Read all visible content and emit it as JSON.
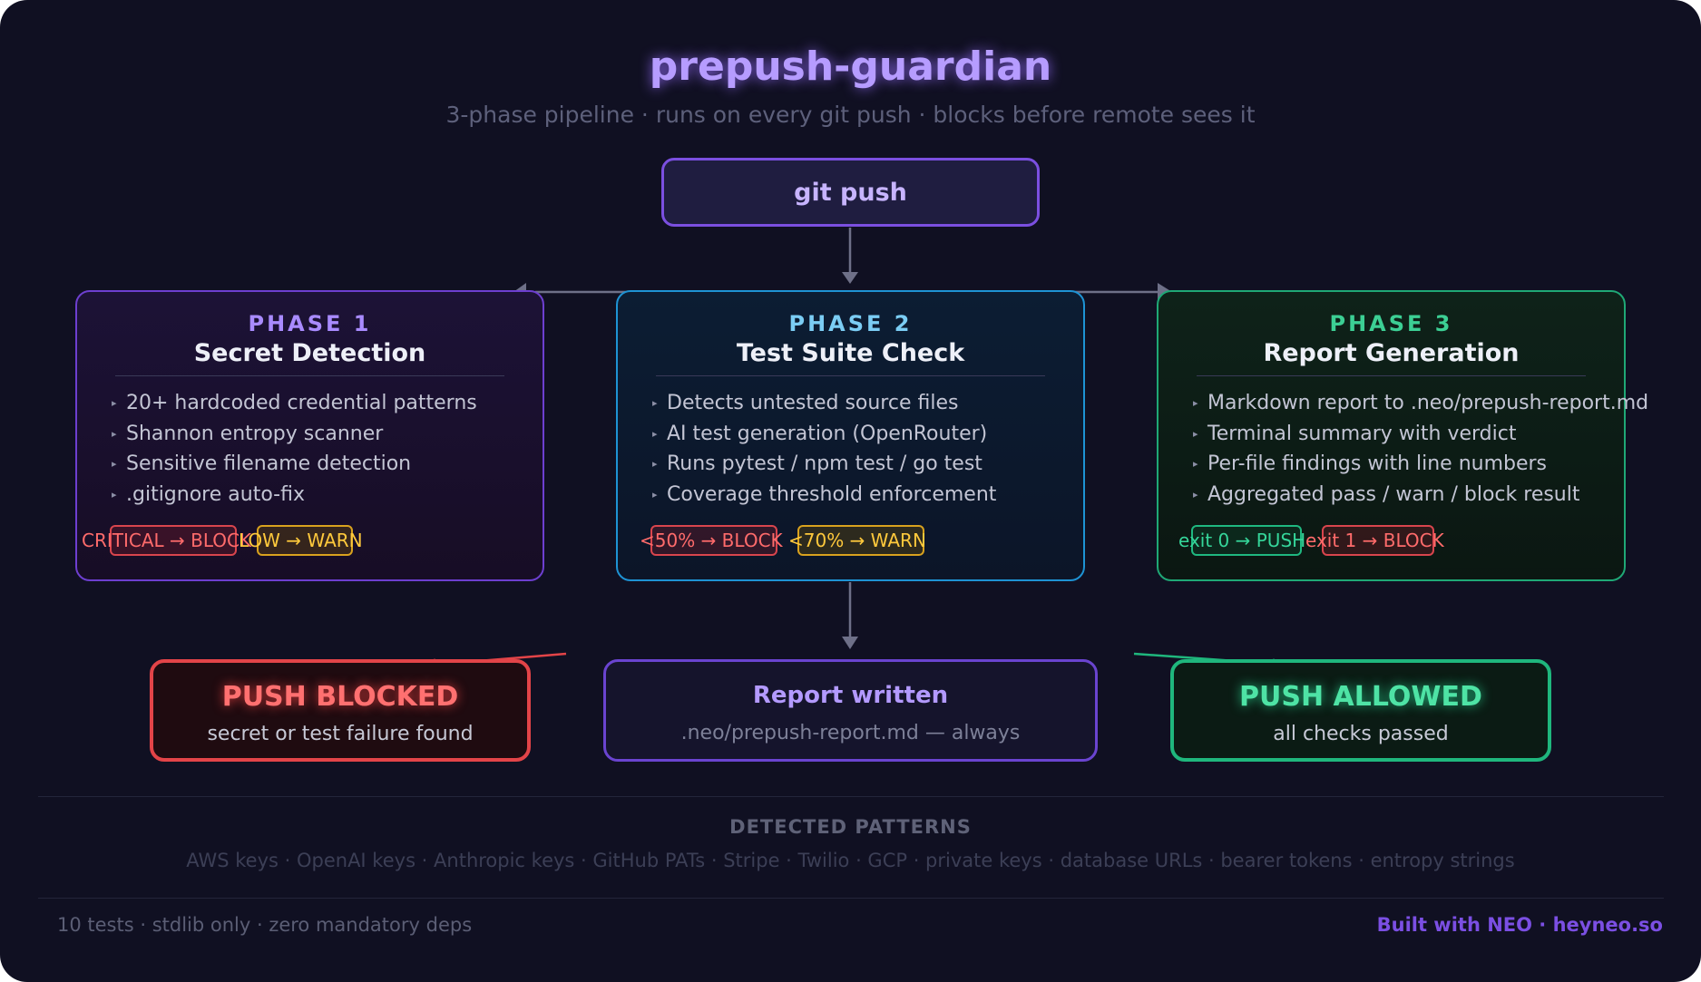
{
  "header": {
    "title": "prepush-guardian",
    "subtitle": "3-phase pipeline · runs on every git push · blocks before remote sees it"
  },
  "trigger": {
    "label": "git push"
  },
  "phases": [
    {
      "number": "PHASE 1",
      "title": "Secret Detection",
      "items": [
        "20+ hardcoded credential patterns",
        "Shannon entropy scanner",
        "Sensitive filename detection",
        ".gitignore auto-fix"
      ],
      "badges": [
        "CRITICAL → BLOCK",
        "LOW → WARN"
      ]
    },
    {
      "number": "PHASE 2",
      "title": "Test Suite Check",
      "items": [
        "Detects untested source files",
        "AI test generation (OpenRouter)",
        "Runs pytest / npm test / go test",
        "Coverage threshold enforcement"
      ],
      "badges": [
        "<50% → BLOCK",
        "<70% → WARN"
      ]
    },
    {
      "number": "PHASE 3",
      "title": "Report Generation",
      "items": [
        "Markdown report to .neo/prepush-report.md",
        "Terminal summary with verdict",
        "Per-file findings with line numbers",
        "Aggregated pass / warn / block result"
      ],
      "badges": [
        "exit 0 → PUSH",
        "exit 1 → BLOCK"
      ]
    }
  ],
  "outcomes": {
    "blocked": {
      "title": "PUSH BLOCKED",
      "subtitle": "secret or test failure found"
    },
    "report": {
      "title": "Report written",
      "subtitle": ".neo/prepush-report.md — always"
    },
    "allowed": {
      "title": "PUSH ALLOWED",
      "subtitle": "all checks passed"
    }
  },
  "patterns": {
    "heading": "DETECTED PATTERNS",
    "list": "AWS keys · OpenAI keys · Anthropic keys · GitHub PATs · Stripe · Twilio · GCP · private keys · database URLs · bearer tokens · entropy strings"
  },
  "footer": {
    "left": "10 tests · stdlib only · zero mandatory deps",
    "right": "Built with NEO · heyneo.so"
  },
  "colors": {
    "background": "#101022",
    "phase1": "#6d3fd0",
    "phase2": "#1e93d4",
    "phase3": "#1fa876",
    "blocked": "#e34448",
    "allowed": "#1fb77d",
    "warn": "#d9a21e",
    "accent": "#7b4fe3"
  }
}
